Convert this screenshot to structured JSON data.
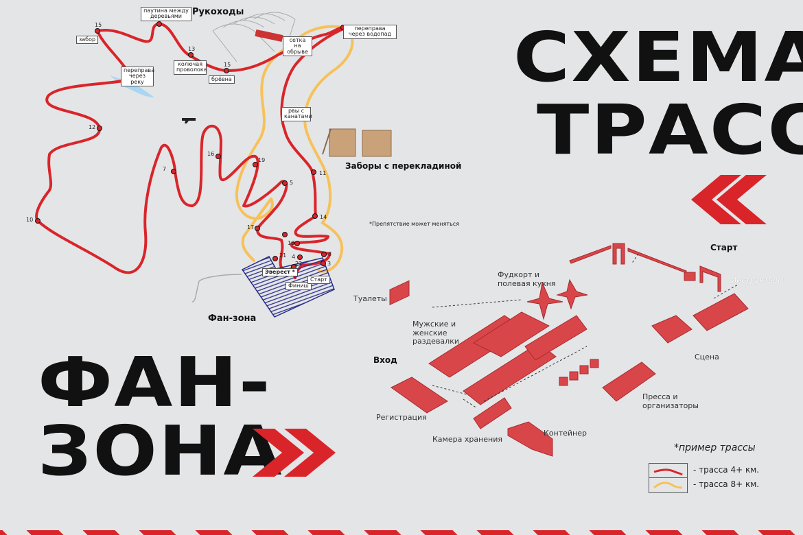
{
  "title": {
    "line1": "СХЕМА",
    "line2": "ТРАСС"
  },
  "fan_title": {
    "line1": "ФАН-",
    "line2": "ЗОНА"
  },
  "colors": {
    "background": "#e4e5e7",
    "accent_red": "#d9252a",
    "route_short": "#d9252a",
    "route_long": "#f7c15a",
    "fan_zone": "#2a2d8a"
  },
  "map": {
    "heading_rukohody": "Рукоходы",
    "heading_fences": "Заборы с перекладиной",
    "fan_zone_label": "Фан-зона",
    "note": "*Препятствие может меняться",
    "obstacle_labels": [
      "забор",
      "паутина между деревьями",
      "колючая проволока",
      "брёвна",
      "сетка на обрыве",
      "переправа через водопад",
      "переправа через реку",
      "рвы с канатами",
      "Эверест *",
      "Финиш",
      "Старт"
    ],
    "checkpoints": [
      "15",
      "13",
      "15",
      "12",
      "7",
      "16",
      "19",
      "5",
      "11",
      "10",
      "14",
      "17",
      "18",
      "8",
      "4",
      "21",
      "22",
      "3"
    ]
  },
  "site_plan": {
    "start": "Старт",
    "instructors": "Инструкторы",
    "foodcourt": "Фудкорт и полевая кухня",
    "toilets": "Туалеты",
    "changing_rooms": "Мужские и женские раздевалки",
    "entrance": "Вход",
    "registration": "Регистрация",
    "storage": "Камера хранения",
    "container": "Контейнер",
    "stage": "Сцена",
    "press": "Пресса и организаторы"
  },
  "legend": {
    "title": "*пример трассы",
    "items": [
      {
        "label": "- трасса 4+ км.",
        "color": "#d9252a"
      },
      {
        "label": "- трасса 8+ км.",
        "color": "#f7c15a"
      }
    ]
  }
}
